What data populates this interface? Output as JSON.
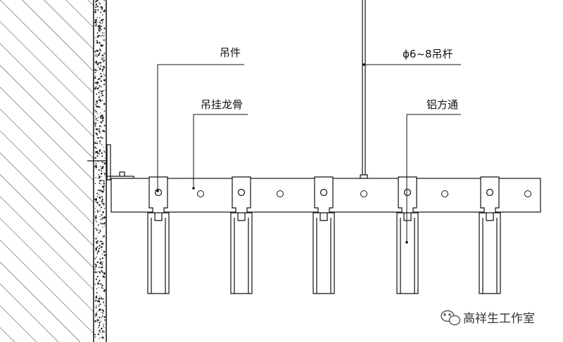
{
  "labels": {
    "hanger": "吊件",
    "keel": "吊挂龙骨",
    "rod": "ϕ6~8吊杆",
    "tube": "铝方通"
  },
  "watermark": {
    "text": "高祥生工作室",
    "icon": "wechat-icon"
  },
  "colors": {
    "line": "#111111",
    "hatch": "#333333",
    "text": "#111111"
  }
}
